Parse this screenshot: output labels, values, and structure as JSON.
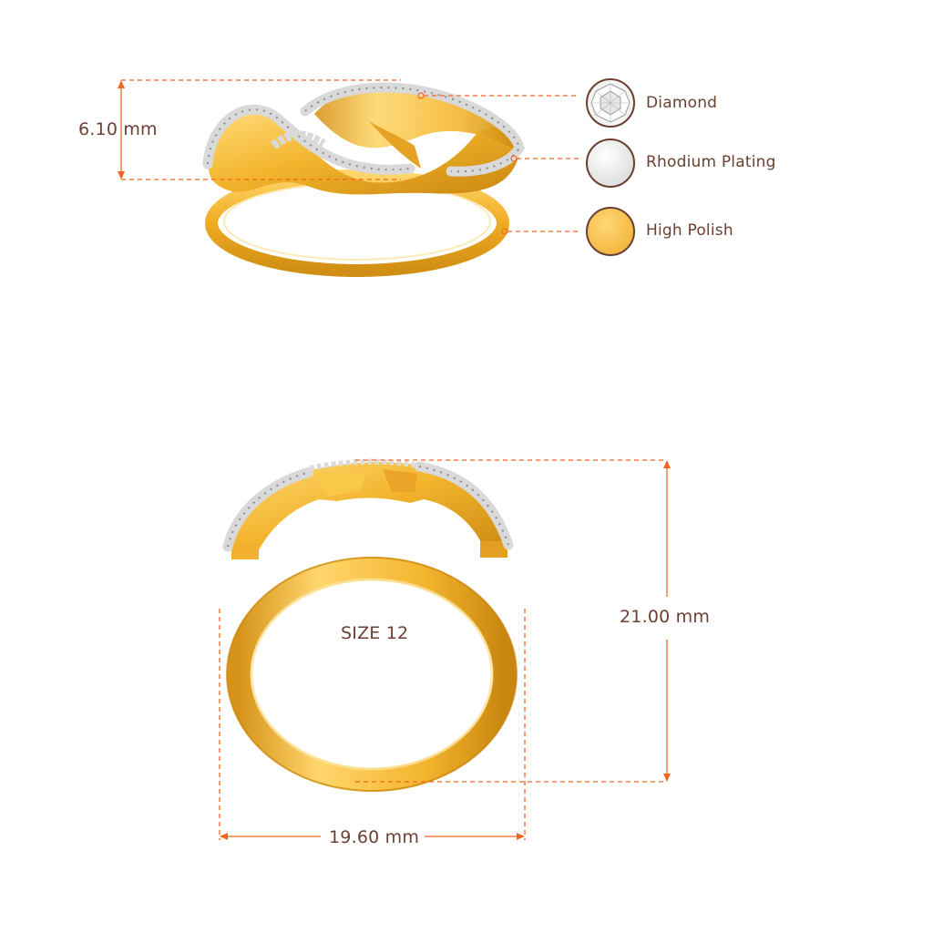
{
  "dimensions": {
    "height_top": "6.10 mm",
    "height_front": "21.00 mm",
    "width_front": "19.60 mm"
  },
  "size_label": "SIZE 12",
  "legend": [
    {
      "label": "Diamond",
      "swatch": "diamond-icon"
    },
    {
      "label": "Rhodium Plating",
      "color": "#e9e9e9"
    },
    {
      "label": "High Polish",
      "color": "#f6c04a"
    }
  ],
  "colors": {
    "dimension_line": "#f26522",
    "text": "#6b3f32",
    "gold": "#f3b52e",
    "gold_dark": "#c9860f",
    "gold_light": "#ffdc7a",
    "swatch_border": "#6b3f32"
  }
}
